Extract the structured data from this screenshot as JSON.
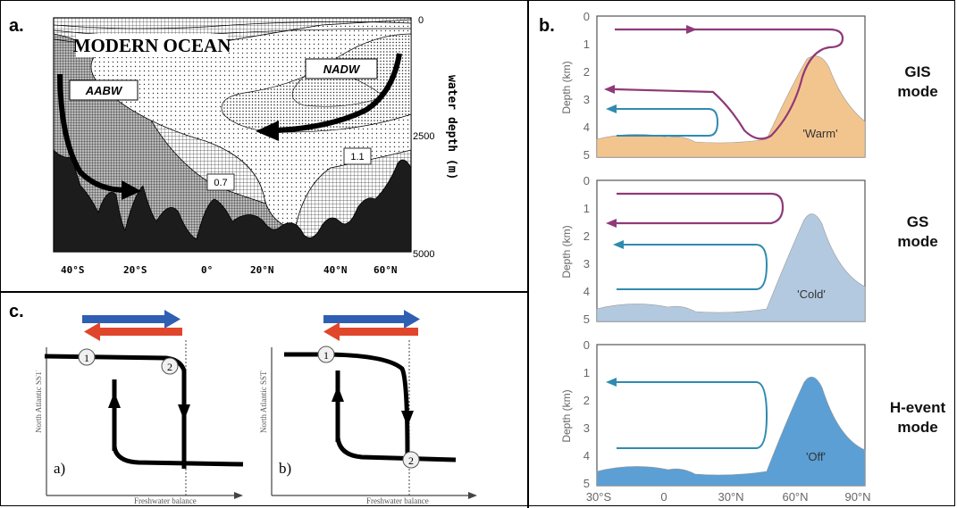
{
  "panel_a": {
    "letter": "a.",
    "title": "MODERN OCEAN",
    "label_aabw": "AABW",
    "label_nadw": "NADW",
    "contour_1": "1.1",
    "contour_2": "0.7",
    "depth_ticks": [
      "0",
      "2500",
      "5000"
    ],
    "depth_label": "water depth (m)",
    "lat_ticks": [
      "40°S",
      "20°S",
      "0°",
      "20°N",
      "40°N",
      "60°N"
    ]
  },
  "panel_b": {
    "letter": "b.",
    "y_label": "Depth (km)",
    "y_ticks": [
      "0",
      "1",
      "2",
      "3",
      "4",
      "5"
    ],
    "x_ticks": [
      "30°S",
      "0",
      "30°N",
      "60°N",
      "90°N"
    ],
    "modes": [
      {
        "name_line1": "GIS",
        "name_line2": "mode",
        "state": "'Warm'",
        "fill": "#f3c58e"
      },
      {
        "name_line1": "GS",
        "name_line2": "mode",
        "state": "'Cold'",
        "fill": "#b3c9e0"
      },
      {
        "name_line1": "H-event",
        "name_line2": "mode",
        "state": "'Off'",
        "fill": "#5b9fd4"
      }
    ],
    "colors": {
      "purple": "#8e3a78",
      "teal": "#2f8bb0"
    }
  },
  "panel_c": {
    "letter": "c.",
    "sub_a": "a)",
    "sub_b": "b)",
    "y_label": "North Atlantic SST",
    "x_label": "Freshwater balance",
    "node_1": "1",
    "node_2": "2",
    "colors": {
      "blue": "#2f5fb3",
      "red": "#e0462c"
    }
  }
}
